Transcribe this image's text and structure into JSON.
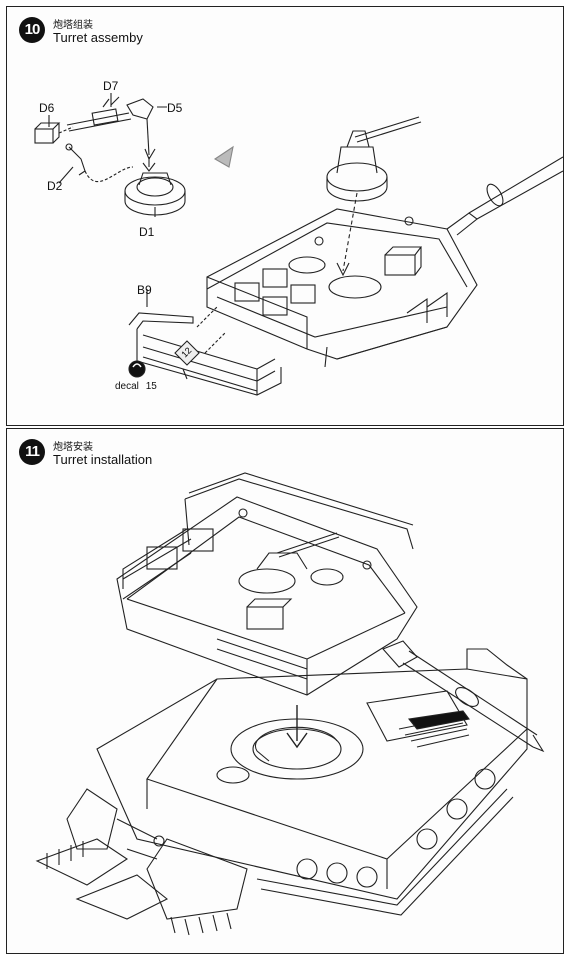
{
  "step10": {
    "number": "10",
    "title_cn": "炮塔组装",
    "title_en": "Turret assemby",
    "parts": {
      "d7": "D7",
      "d6": "D6",
      "d5": "D5",
      "d2": "D2",
      "d1": "D1",
      "b9": "B9"
    },
    "decal_label": "decal",
    "decal_number": "15",
    "decal_mark": "12"
  },
  "step11": {
    "number": "11",
    "title_cn": "炮塔安装",
    "title_en": "Turret installation"
  }
}
